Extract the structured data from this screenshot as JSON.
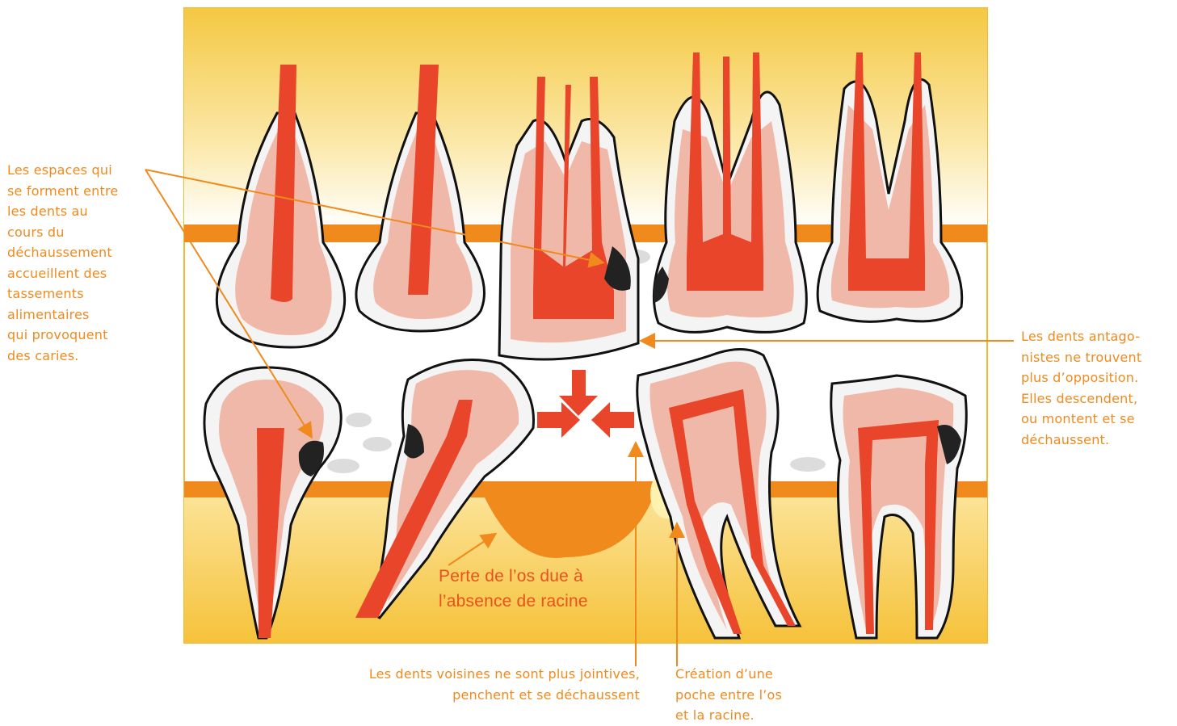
{
  "labels": {
    "espaces": "Les espaces qui\nse forment entre\nles dents au\ncours du\ndéchaussement\naccueillent des\ntassements\nalimentaires\nqui provoquent\ndes caries.",
    "antagonistes": "Les dents antago-\nnistes ne trouvent\nplus d’opposition.\nElles descendent,\nou montent et se\ndéchaussent.",
    "perte_os": "Perte de l’os due à\nl’absence de racine",
    "voisines": "Les dents voisines ne sont plus jointives,\npenchent et se déchaussent",
    "poche": "Création d’une\npoche entre l’os\net la racine."
  },
  "colors": {
    "frame": "#f2b838",
    "bone": "#f5c842",
    "gum": "#f08a1c",
    "tooth_fill": "#f0b8a8",
    "tooth_light": "#f6d4c8",
    "pulp": "#e8452a",
    "enamel": "#f4f4f4",
    "caries": "#222222",
    "callout": "#f08a1c"
  }
}
